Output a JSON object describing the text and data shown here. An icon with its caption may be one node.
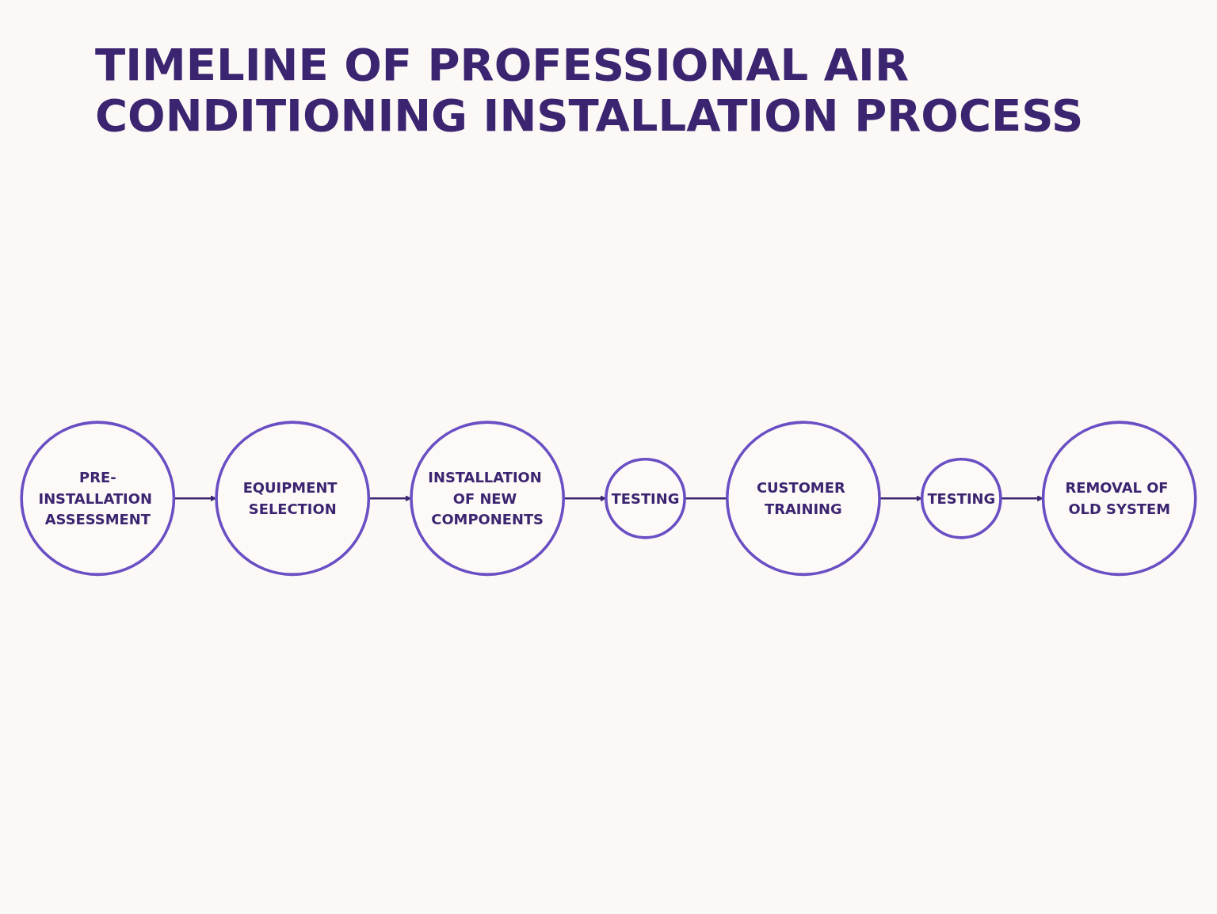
{
  "diagram": {
    "title": "TIMELINE OF PROFESSIONAL AIR CONDITIONING INSTALLATION PROCESS",
    "nodes": [
      {
        "text": [
          "PRE-INSTALLATION ASSESSMENT"
        ]
      },
      {
        "text": [
          "EQUIPMENT SELECTION"
        ]
      },
      {
        "text": [
          "INSTALLATION OF NEW COMPONENTS"
        ]
      },
      {
        "text": [
          "TESTING"
        ]
      },
      {
        "text": [
          "REMOVAL OF OLD SYSTEM"
        ]
      },
      {
        "text": [
          "TESTING"
        ]
      },
      {
        "text": [
          "CUSTOMER TRAINING"
        ]
      }
    ],
    "edges": [
      {
        "from": 0,
        "to": 1,
        "arrow": "to"
      },
      {
        "from": 1,
        "to": 2,
        "arrow": "to"
      },
      {
        "from": 2,
        "to": 3,
        "arrow": "to"
      },
      {
        "from": 3,
        "to": 6,
        "arrow": "none"
      },
      {
        "from": 6,
        "to": 5,
        "arrow": "to"
      },
      {
        "from": 5,
        "to": 4,
        "arrow": "to"
      }
    ]
  }
}
